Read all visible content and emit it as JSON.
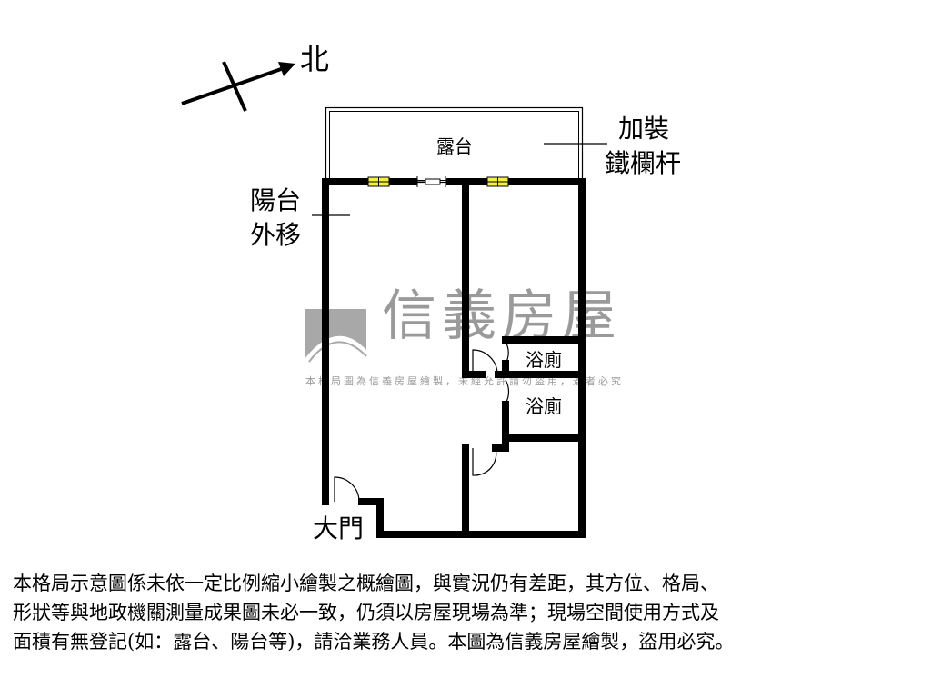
{
  "compass": {
    "label": "北",
    "icon": "north-arrow-icon"
  },
  "labels": {
    "terrace": "露台",
    "railing_line1": "加裝",
    "railing_line2": "鐵欄杆",
    "balcony_line1": "陽台",
    "balcony_line2": "外移",
    "bathroom1": "浴廁",
    "bathroom2": "浴廁",
    "entrance": "大門"
  },
  "watermark": {
    "brand": "信義房屋",
    "notice": "本格局圖為信義房屋繪製，未經允許請勿盜用，違者必究"
  },
  "colors": {
    "wall": "#000000",
    "window": "#f2f23c",
    "watermark": "#9a9a9a"
  },
  "disclaimer": [
    "本格局示意圖係未依一定比例縮小繪製之概繪圖，與實況仍有差距，其方位、格局、",
    "形狀等與地政機關測量成果圖未必一致，仍須以房屋現場為準；現場空間使用方式及",
    "面積有無登記(如：露台、陽台等)，請洽業務人員。本圖為信義房屋繪製，盜用必究。"
  ]
}
